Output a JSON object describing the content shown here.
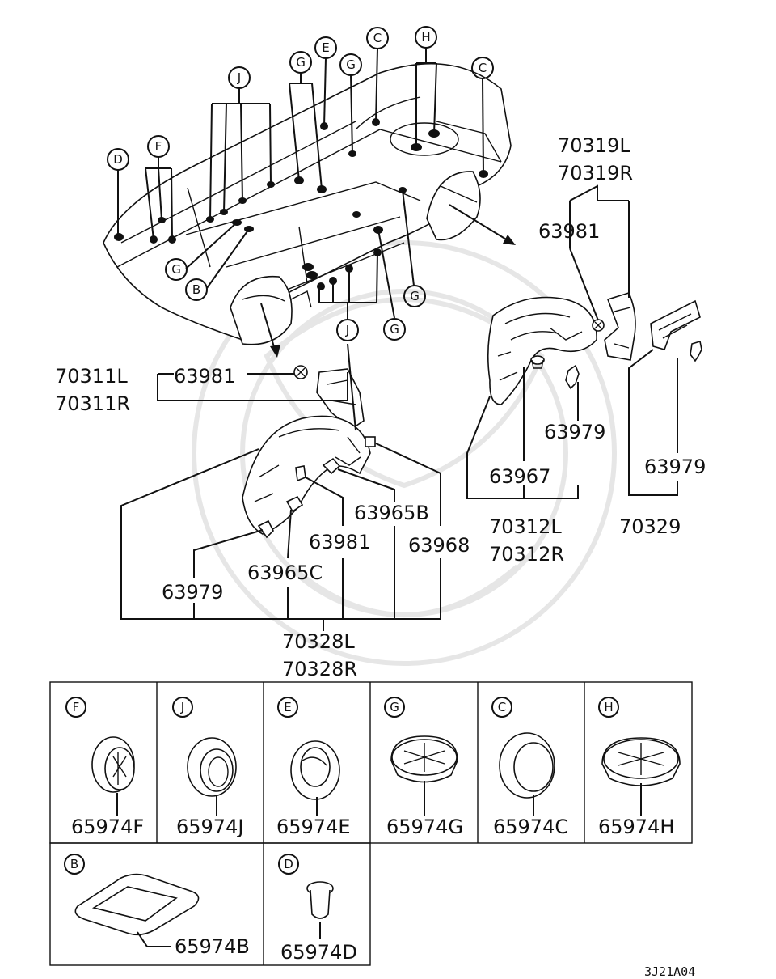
{
  "diagram": {
    "code": "3J21A04",
    "callout_letters": {
      "D": "D",
      "F": "F",
      "J": "J",
      "G": "G",
      "E": "E",
      "C": "C",
      "H": "H",
      "B": "B"
    },
    "assemblies": {
      "rear_right": {
        "parts": [
          "70319L",
          "70319R"
        ]
      },
      "front_left": {
        "parts": [
          "70311L",
          "70311R"
        ]
      },
      "front_liner": {
        "parts": [
          "70328L",
          "70328R"
        ]
      },
      "rear_liner": {
        "parts": [
          "70312L",
          "70312R"
        ]
      },
      "rear_flap": {
        "part": "70329"
      }
    },
    "parts": {
      "p63981_a": "63981",
      "p63981_b": "63981",
      "p63981_c": "63981",
      "p63979_a": "63979",
      "p63979_b": "63979",
      "p63979_c": "63979",
      "p63967": "63967",
      "p63965B": "63965B",
      "p63965C": "63965C",
      "p63968": "63968"
    },
    "plug_grid": [
      {
        "letter": "F",
        "part": "65974F"
      },
      {
        "letter": "J",
        "part": "65974J"
      },
      {
        "letter": "E",
        "part": "65974E"
      },
      {
        "letter": "G",
        "part": "65974G"
      },
      {
        "letter": "C",
        "part": "65974C"
      },
      {
        "letter": "H",
        "part": "65974H"
      },
      {
        "letter": "B",
        "part": "65974B"
      },
      {
        "letter": "D",
        "part": "65974D"
      }
    ]
  }
}
